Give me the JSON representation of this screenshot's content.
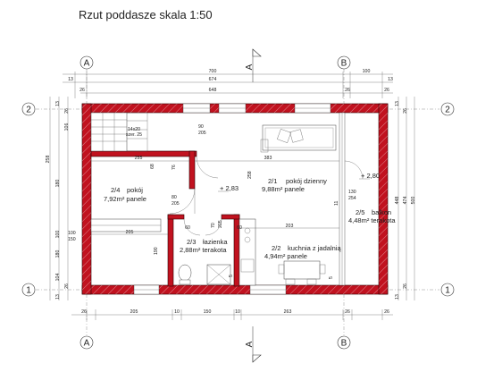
{
  "title": "Rzut poddasze skala 1:50",
  "axes": {
    "top_left": "A",
    "top_right": "B",
    "bottom_left": "A",
    "bottom_right": "B",
    "left_top": "2",
    "left_bottom": "1",
    "right_top": "2",
    "right_bottom": "1",
    "section_top": "A",
    "section_bottom": "A"
  },
  "rooms": [
    {
      "num": "2/1",
      "name": "pokój dzienny",
      "area": "9,88m² panele"
    },
    {
      "num": "2/2",
      "name": "kuchnia z jadalnią",
      "area": "4,94m² panele"
    },
    {
      "num": "2/3",
      "name": "łazienka",
      "area": "2,88m² terakota"
    },
    {
      "num": "2/4",
      "name": "pokój",
      "area": "7,92m² panele"
    },
    {
      "num": "2/5",
      "name": "balkon",
      "area": "4,48m² terakota"
    }
  ],
  "levels": [
    "+ 2,83",
    "+ 2,80"
  ],
  "stairs": {
    "size": "14x20",
    "width": "szer. 25"
  },
  "dims_top": {
    "overall": "700",
    "right_part": "100",
    "inner": "674",
    "inner_right": "13",
    "left_edge": "13",
    "span": "648",
    "w1": "26",
    "w2": "26",
    "w3": "26"
  },
  "dims_bottom": {
    "w1": "26",
    "d1": "205",
    "w2": "10",
    "d2": "150",
    "w3": "10",
    "d3": "263",
    "w4": "26",
    "w5": "26"
  },
  "dims_left": [
    "13",
    "26",
    "106",
    "258",
    "180",
    "100",
    "180",
    "104",
    "26",
    "13"
  ],
  "dims_right": [
    "13",
    "26",
    "448",
    "474",
    "500",
    "26",
    "13"
  ],
  "door_labels": [
    "90",
    "205",
    "80",
    "205",
    "70",
    "205",
    "130",
    "254",
    "100",
    "150"
  ],
  "misc_dims": [
    "255",
    "68",
    "76",
    "383",
    "258",
    "203",
    "205",
    "60",
    "60",
    "190",
    "5",
    "11",
    "5"
  ]
}
